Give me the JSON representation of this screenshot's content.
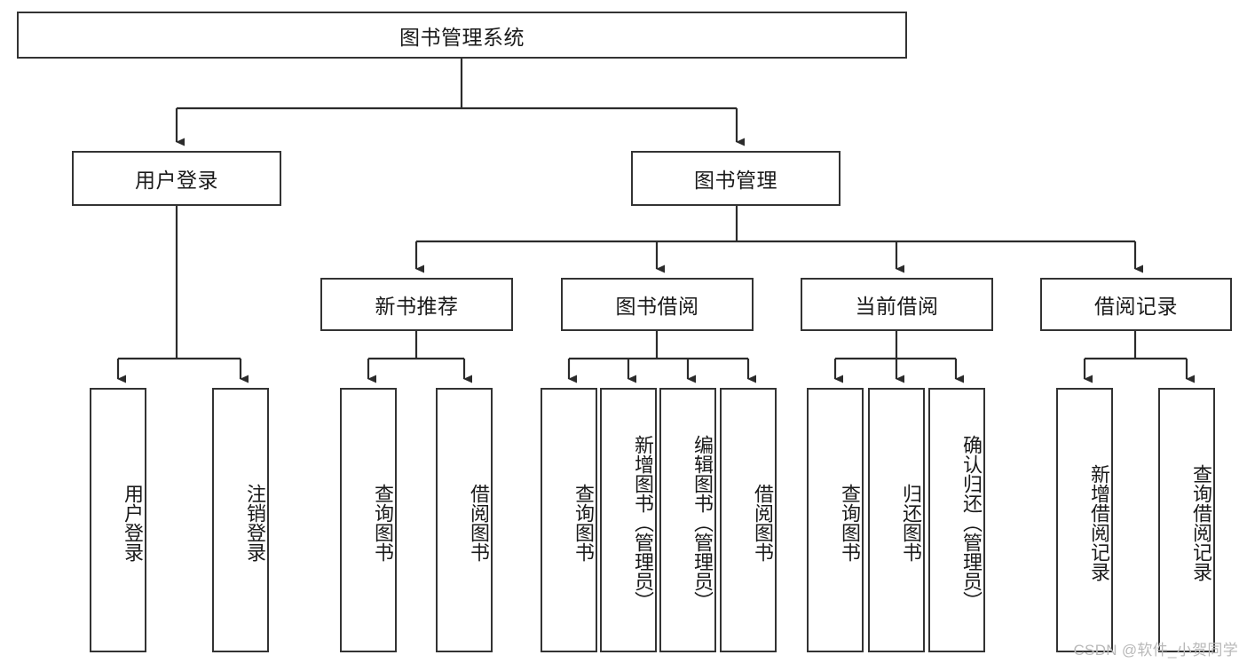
{
  "diagram": {
    "title": "图书管理系统",
    "type": "hierarchy-tree",
    "root": {
      "label": "图书管理系统"
    },
    "level2": [
      {
        "label": "用户登录"
      },
      {
        "label": "图书管理"
      }
    ],
    "level3": [
      {
        "label": "新书推荐"
      },
      {
        "label": "图书借阅"
      },
      {
        "label": "当前借阅"
      },
      {
        "label": "借阅记录"
      }
    ],
    "leaves": {
      "user_login": [
        {
          "label": "用户登录"
        },
        {
          "label": "注销登录"
        }
      ],
      "new_book_recommend": [
        {
          "label": "查询图书"
        },
        {
          "label": "借阅图书"
        }
      ],
      "book_borrow": [
        {
          "label": "查询图书"
        },
        {
          "label": "新增图书（管理员）"
        },
        {
          "label": "编辑图书（管理员）"
        },
        {
          "label": "借阅图书"
        }
      ],
      "current_borrow": [
        {
          "label": "查询图书"
        },
        {
          "label": "归还图书"
        },
        {
          "label": "确认归还（管理员）"
        }
      ],
      "borrow_records": [
        {
          "label": "新增借阅记录"
        },
        {
          "label": "查询借阅记录"
        }
      ]
    }
  },
  "colors": {
    "border": "#333333",
    "text": "#1a1a1a",
    "background": "#ffffff",
    "watermark": "#b9b9b9"
  },
  "watermark": {
    "text": "CSDN @软件_小贺同学"
  }
}
